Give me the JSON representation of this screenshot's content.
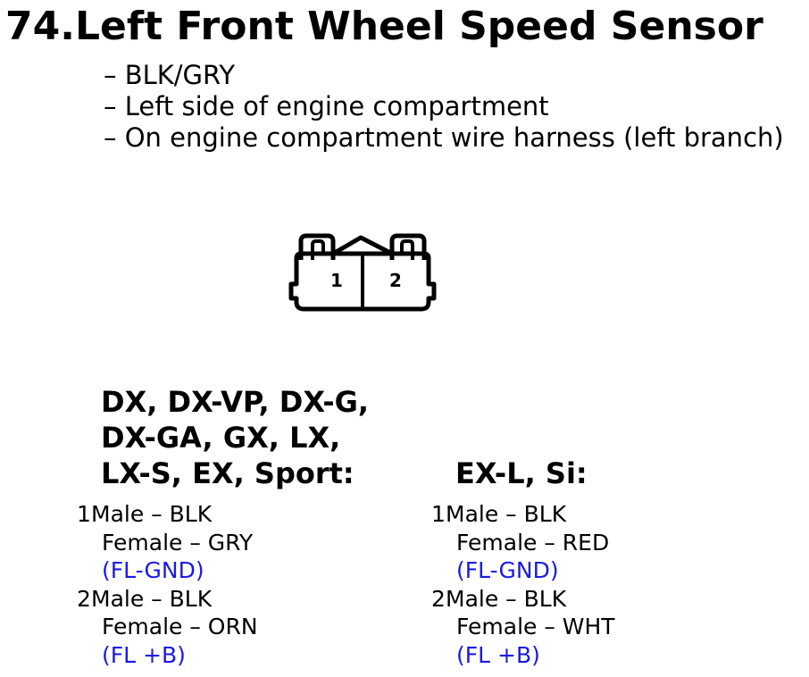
{
  "title": "74.Left Front Wheel Speed Sensor",
  "info": [
    "– BLK/GRY",
    "– Left side of engine compartment",
    "– On engine compartment wire harness (left branch)"
  ],
  "connector": {
    "pin_labels": [
      "1",
      "2"
    ]
  },
  "variants": [
    {
      "heading_lines": [
        "DX, DX-VP, DX-G,",
        "DX-GA, GX, LX,",
        "LX-S, EX, Sport:"
      ],
      "pins": [
        {
          "num": "1",
          "male": "Male – BLK",
          "female": "Female – GRY",
          "note": "(FL-GND)"
        },
        {
          "num": "2",
          "male": "Male – BLK",
          "female": "Female – ORN",
          "note": "(FL +B)"
        }
      ]
    },
    {
      "heading_lines": [
        "EX-L, Si:"
      ],
      "pins": [
        {
          "num": "1",
          "male": "Male – BLK",
          "female": "Female – RED",
          "note": "(FL-GND)"
        },
        {
          "num": "2",
          "male": "Male – BLK",
          "female": "Female – WHT",
          "note": "(FL +B)"
        }
      ]
    }
  ],
  "colors": {
    "text": "#000000",
    "note": "#1a1ae6",
    "background": "#ffffff"
  }
}
